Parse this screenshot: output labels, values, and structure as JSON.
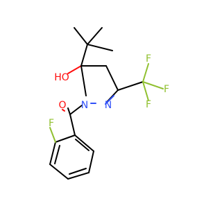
{
  "atoms": {
    "oh": "HO",
    "n1": "N",
    "n2": "N",
    "o_carbonyl": "O",
    "f_aryl": "F",
    "f_cf3_top": "F",
    "f_cf3_right": "F",
    "f_cf3_bottom": "F"
  },
  "colors": {
    "bond": "#000000",
    "nitrogen": "#3050F8",
    "oxygen": "#FF0D0D",
    "fluorine": "#90C030"
  }
}
